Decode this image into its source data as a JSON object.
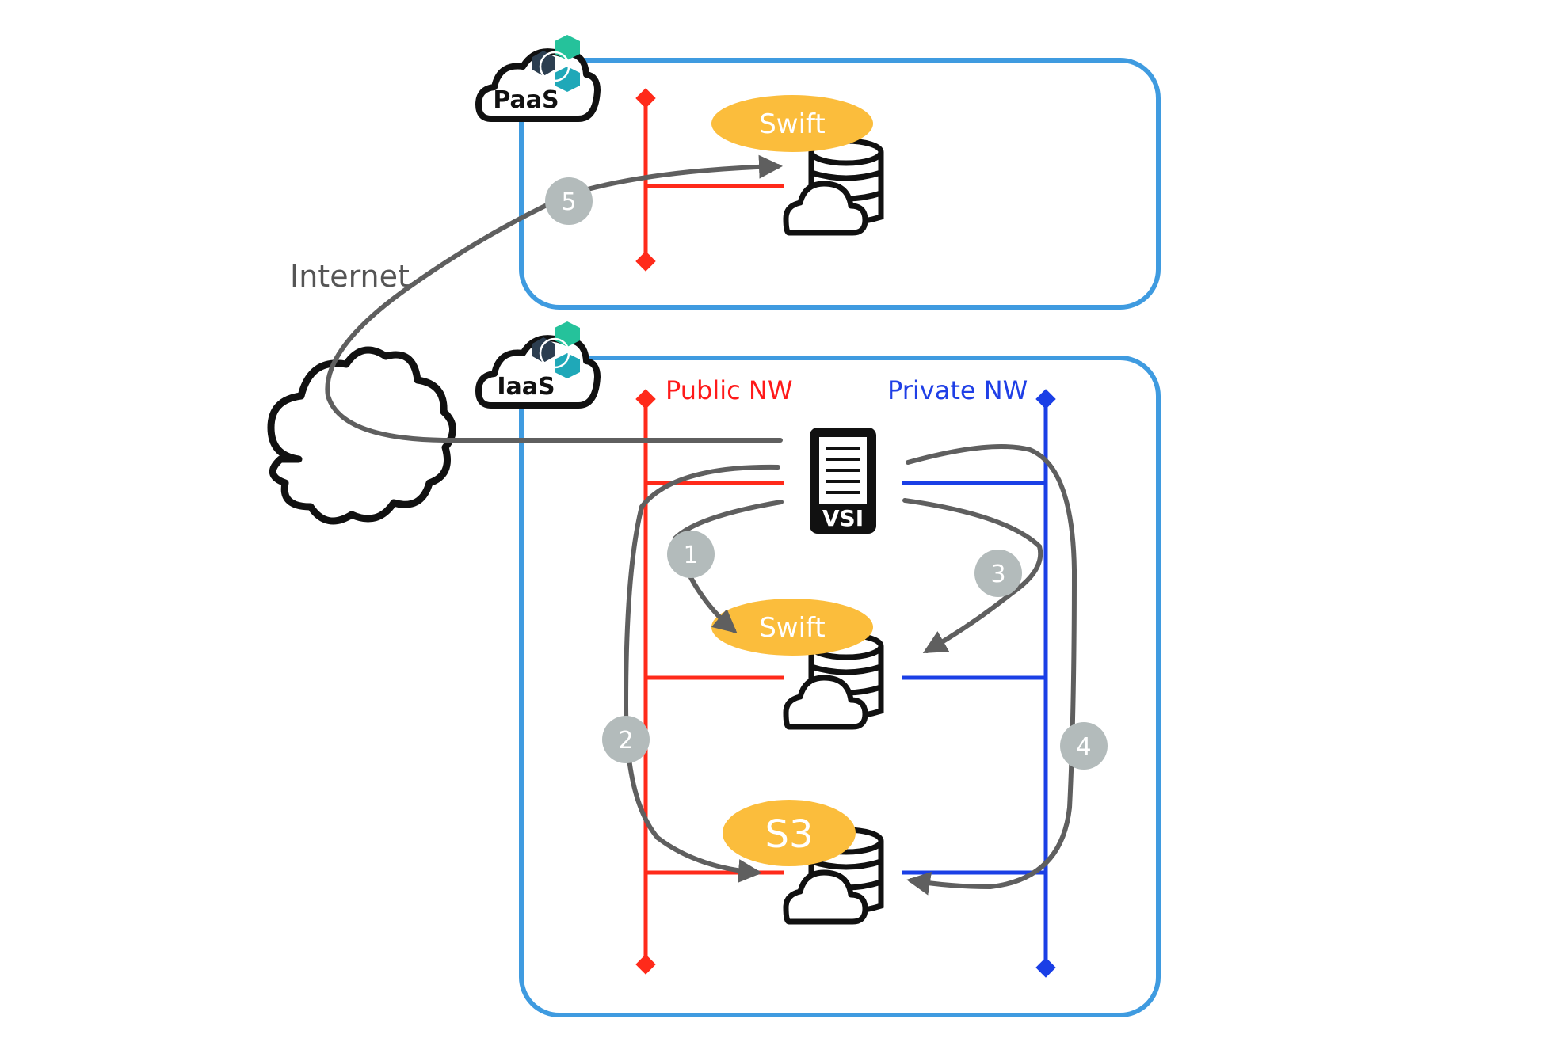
{
  "labels": {
    "internet": "Internet",
    "public_nw": "Public NW",
    "private_nw": "Private NW"
  },
  "badges": {
    "paas": "PaaS",
    "iaas": "IaaS"
  },
  "nodes": {
    "vsi": "VSI",
    "paas_storage": "Swift",
    "iaas_swift": "Swift",
    "iaas_s3": "S3"
  },
  "steps": {
    "s1": "1",
    "s2": "2",
    "s3": "3",
    "s4": "4",
    "s5": "5"
  },
  "colors": {
    "container_border": "#3f9be0",
    "public_network": "#ff2a1a",
    "private_network": "#1a3fe6",
    "flow_arrow": "#5f5f5f",
    "step_circle": "#b3bbbb",
    "service_pill": "#fbbd3c",
    "hexagon_dark": "#2c3e50",
    "hexagon_teal": "#1fa8b8",
    "hexagon_green": "#25c29b"
  }
}
